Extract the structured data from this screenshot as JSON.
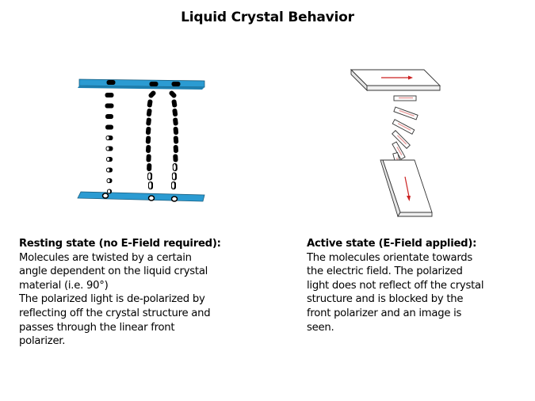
{
  "title": "Liquid Crystal Behavior",
  "colors": {
    "plate_blue": "#2b9bd2",
    "molecule": "#000000",
    "arrow_red": "#cc2222"
  },
  "left_panel": {
    "heading": "Resting state (no E-Field required):",
    "lines": [
      "Molecules are twisted by a certain",
      "angle dependent on the liquid  crystal",
      "material (i.e. 90°)",
      "The polarized light is de-polarized by",
      "reflecting off the crystal structure and",
      "passes through the linear front",
      "polarizer."
    ]
  },
  "right_panel": {
    "heading": "Active state (E-Field applied):",
    "lines": [
      "The molecules orientate towards",
      "the electric field. The polarized",
      "light does not reflect off the crystal",
      "structure and is blocked by the",
      "front polarizer and an image is",
      "seen."
    ]
  }
}
